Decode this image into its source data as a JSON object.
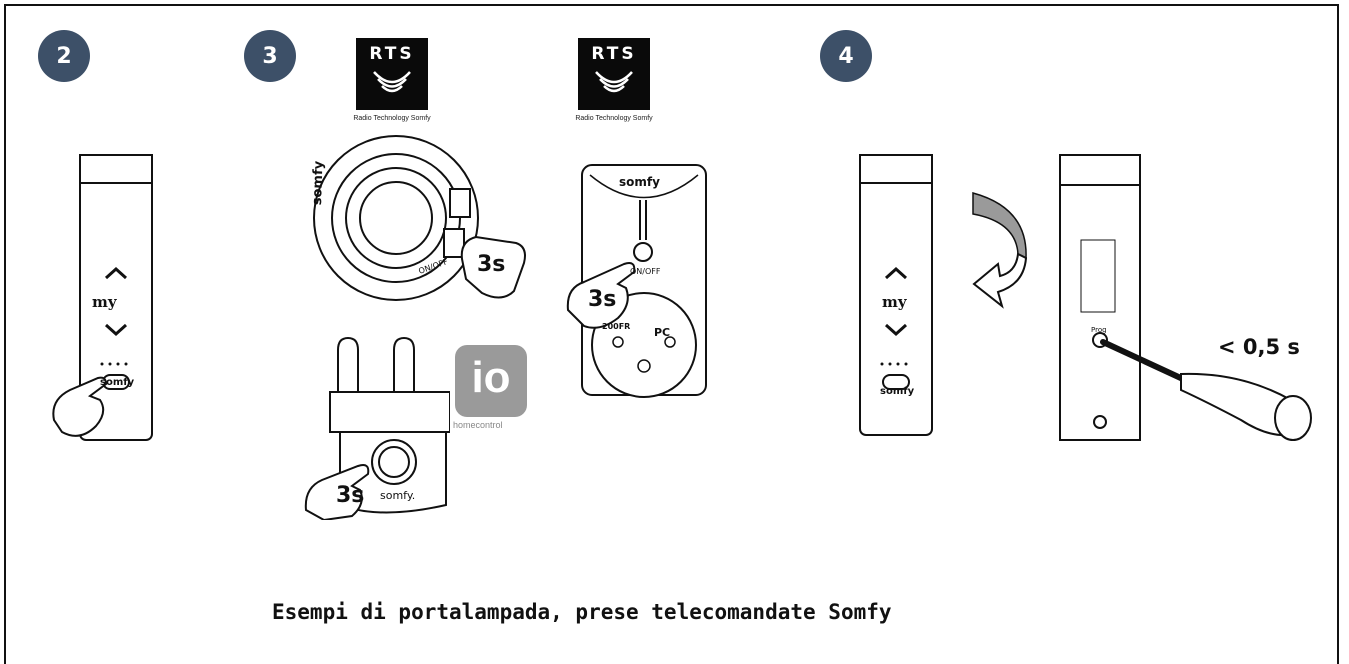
{
  "steps": [
    "2",
    "3",
    "4"
  ],
  "rts": {
    "logo_text": "RTS",
    "subtitle": "Radio Technology Somfy"
  },
  "io": {
    "logo_text": "io",
    "subtitle": "homecontrol"
  },
  "remote": {
    "brand": "somfy",
    "my_label": "my"
  },
  "dial": {
    "brand": "somfy",
    "onoff": "ON/OFF"
  },
  "wall_plug": {
    "brand": "somfy",
    "onoff": "ON/OFF",
    "socket_code": "200FR",
    "pc_mark": "PC"
  },
  "plug_adapter": {
    "brand": "somfy."
  },
  "prog_label": "Prog",
  "press_time": "3s",
  "short_press": "< 0,5 s",
  "caption": "Esempi di portalampada, prese telecomandate Somfy",
  "colors": {
    "step_badge": "#3d5068",
    "outline": "#111111",
    "io_grey": "#9a9a9a"
  }
}
